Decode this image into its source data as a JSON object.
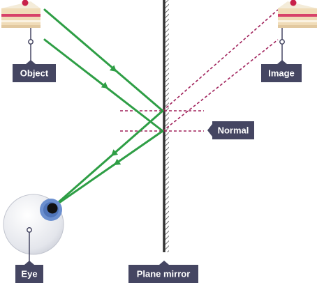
{
  "labels": {
    "object": "Object",
    "image": "Image",
    "normal": "Normal",
    "eye": "Eye",
    "mirror": "Plane mirror"
  },
  "colors": {
    "ray": "#2e9e45",
    "virtual_ray": "#a0205a",
    "normal_line": "#a0205a",
    "label_bg": "#454662",
    "mirror": "#333333"
  },
  "icons": {
    "object": "cake-slice-icon",
    "image": "cake-slice-icon",
    "eye": "eyeball-icon"
  }
}
